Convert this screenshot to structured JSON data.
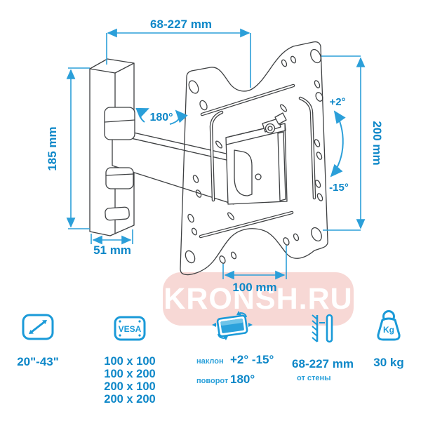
{
  "diagram": {
    "width_range": "68-227 mm",
    "plate_height": "185 mm",
    "plate_width": "51 mm",
    "vesa_height": "200 mm",
    "vesa_width": "100 mm",
    "swivel": "180°",
    "tilt_up": "+2°",
    "tilt_down": "-15°"
  },
  "watermark": {
    "text": "KRONSH.RU"
  },
  "specs": {
    "screen_size": {
      "value": "20\"-43\""
    },
    "vesa": {
      "label": "VESA",
      "sizes": [
        "100 x 100",
        "100 x 200",
        "200 x 100",
        "200 x 200"
      ]
    },
    "angles": {
      "tilt_label": "наклон",
      "tilt_value": "+2° -15°",
      "swivel_label": "поворот",
      "swivel_value": "180°"
    },
    "wall_distance": {
      "value": "68-227 mm",
      "sublabel": "от стены"
    },
    "weight": {
      "value": "30 kg",
      "icon_text": "Kg"
    }
  },
  "colors": {
    "accent_blue": "#1a9ad8",
    "text_blue": "#0d87c8",
    "line_blue": "#2b9fd9",
    "watermark_pink": "#f7d8d5",
    "drawing_gray": "#3e4042"
  }
}
